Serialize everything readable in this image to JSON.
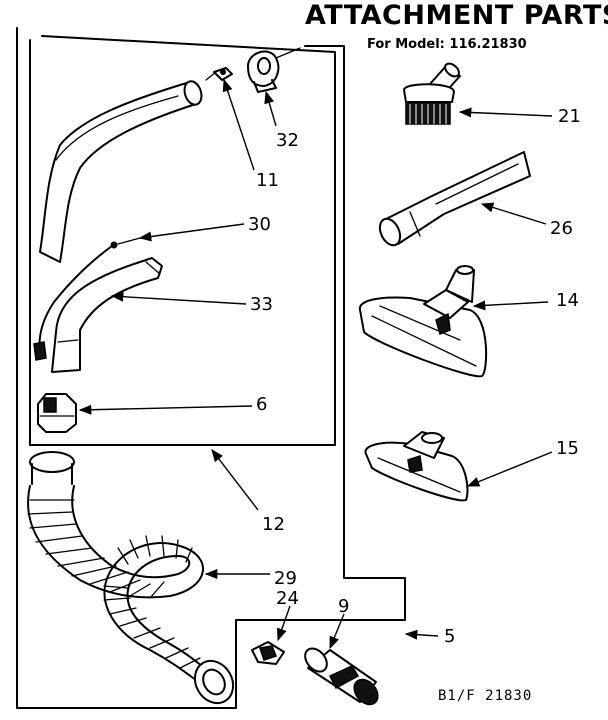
{
  "header": {
    "title": "ATTACHMENT PARTS",
    "model_line": "For Model: 116.21830"
  },
  "callouts": {
    "c21": "21",
    "c26": "26",
    "c14": "14",
    "c15": "15",
    "c32": "32",
    "c11": "11",
    "c30": "30",
    "c33": "33",
    "c6": "6",
    "c12": "12",
    "c29": "29",
    "c24": "24",
    "c9": "9",
    "c5": "5"
  },
  "footer": {
    "code": "B1/F 21830"
  }
}
